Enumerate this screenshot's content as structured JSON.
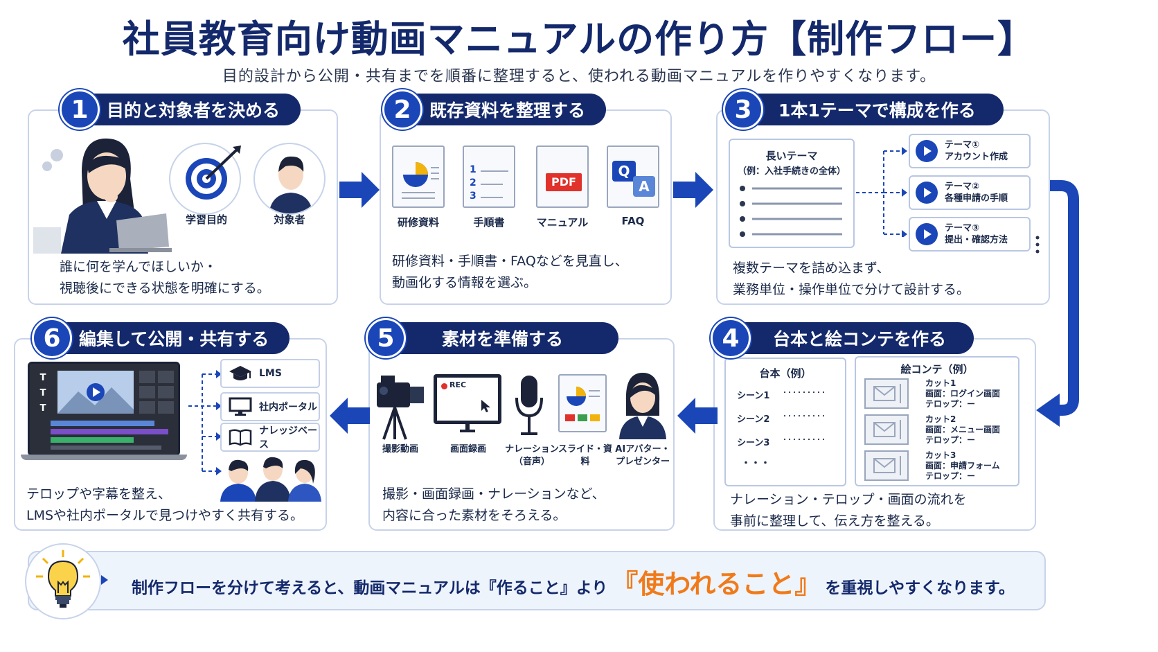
{
  "title": "社員教育向け動画マニュアルの作り方【制作フロー】",
  "subtitle": "目的設計から公開・共有までを順番に整理すると、使われる動画マニュアルを作りやすくなります。",
  "steps": [
    {
      "num": "1",
      "label": "目的と対象者を決める",
      "icons": [
        "学習目的",
        "対象者"
      ],
      "desc": [
        "誰に何を学んでほしいか・",
        "視聴後にできる状態を明確にする。"
      ]
    },
    {
      "num": "2",
      "label": "既存資料を整理する",
      "icons": [
        "研修資料",
        "手順書",
        "マニュアル",
        "FAQ"
      ],
      "desc": [
        "研修資料・手順書・FAQなどを見直し、",
        "動画化する情報を選ぶ。"
      ]
    },
    {
      "num": "3",
      "label": "1本1テーマで構成を作る",
      "long_theme": [
        "長いテーマ",
        "（例：入社手続きの全体）"
      ],
      "themes": [
        {
          "line1": "テーマ①",
          "line2": "アカウント作成"
        },
        {
          "line1": "テーマ②",
          "line2": "各種申請の手順"
        },
        {
          "line1": "テーマ③",
          "line2": "提出・確認方法"
        }
      ],
      "desc": [
        "複数テーマを詰め込まず、",
        "業務単位・操作単位で分けて設計する。"
      ]
    },
    {
      "num": "4",
      "label": "台本と絵コンテを作る",
      "script_title": "台本（例）",
      "scenes": [
        "シーン1",
        "シーン2",
        "シーン3",
        "・・・"
      ],
      "dots": "・・・・・・・・・",
      "storyboard_title": "絵コンテ（例）",
      "cuts": [
        {
          "cut": "カット1",
          "screen": "画面：ログイン画面",
          "telop": "テロップ：ー"
        },
        {
          "cut": "カット2",
          "screen": "画面：メニュー画面",
          "telop": "テロップ：ー"
        },
        {
          "cut": "カット3",
          "screen": "画面：申請フォーム",
          "telop": "テロップ：ー"
        }
      ],
      "desc": [
        "ナレーション・テロップ・画面の流れを",
        "事前に整理して、伝え方を整える。"
      ]
    },
    {
      "num": "5",
      "label": "素材を準備する",
      "rec": "REC",
      "icons": [
        "撮影動画",
        "画面録画",
        "ナレーション\n（音声）",
        "スライド・資料",
        "AIアバター・\nプレゼンター"
      ],
      "desc": [
        "撮影・画面録画・ナレーションなど、",
        "内容に合った素材をそろえる。"
      ]
    },
    {
      "num": "6",
      "label": "編集して公開・共有する",
      "share": [
        "LMS",
        "社内ポータル",
        "ナレッジベース"
      ],
      "editor_tracks": [
        "T",
        "T",
        "T"
      ],
      "desc": [
        "テロップや字幕を整え、",
        "LMSや社内ポータルで見つけやすく共有する。"
      ]
    }
  ],
  "pdf_badge": "PDF",
  "faq_badge": {
    "q": "Q",
    "a": "A"
  },
  "doc_numbers": [
    "1",
    "2",
    "3"
  ],
  "bottom": {
    "before": "制作フローを分けて考えると、動画マニュアルは『作ること』より",
    "highlight": "『使われること』",
    "after": "を重視しやすくなります。"
  },
  "colors": {
    "navy": "#14296b",
    "blue": "#1a46b8",
    "orange": "#f07a1a",
    "border": "#c7d3ea"
  }
}
